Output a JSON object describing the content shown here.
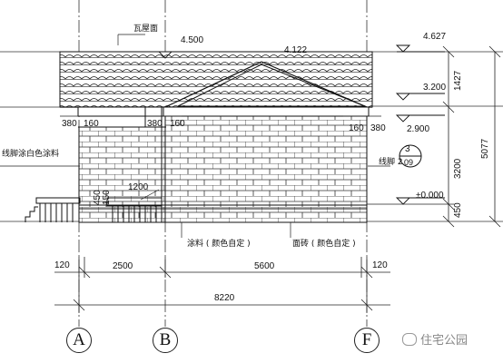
{
  "drawing": {
    "labels": {
      "roof_tile": "瓦屋面",
      "baseboard_paint": "线脚涂白色涂料",
      "baseboard2": "线脚 2",
      "paint": "涂料 ( 颜色自定 )",
      "face_brick": "面砖 ( 颜色自定 )"
    },
    "elevations": {
      "ridge": "4.500",
      "ridge_right": "4.122",
      "top": "4.627",
      "eave": "3.200",
      "level_2900": "2.900",
      "ground": "±0.000"
    },
    "vertical_dims": [
      "1427",
      "3200",
      "450",
      "5077"
    ],
    "offsets": [
      "380",
      "160",
      "380",
      "160",
      "160",
      "380"
    ],
    "small_dims": {
      "d1200": "1200",
      "d450": "450",
      "d150": "150"
    },
    "horizontal_dims": {
      "left_small": "120",
      "span1": "2500",
      "span2": "5600",
      "right_small": "120",
      "total": "8220"
    },
    "axes": [
      "A",
      "B",
      "F"
    ],
    "section_mark": "3",
    "section_mark_sub": "09",
    "watermark": "住宅公园"
  }
}
